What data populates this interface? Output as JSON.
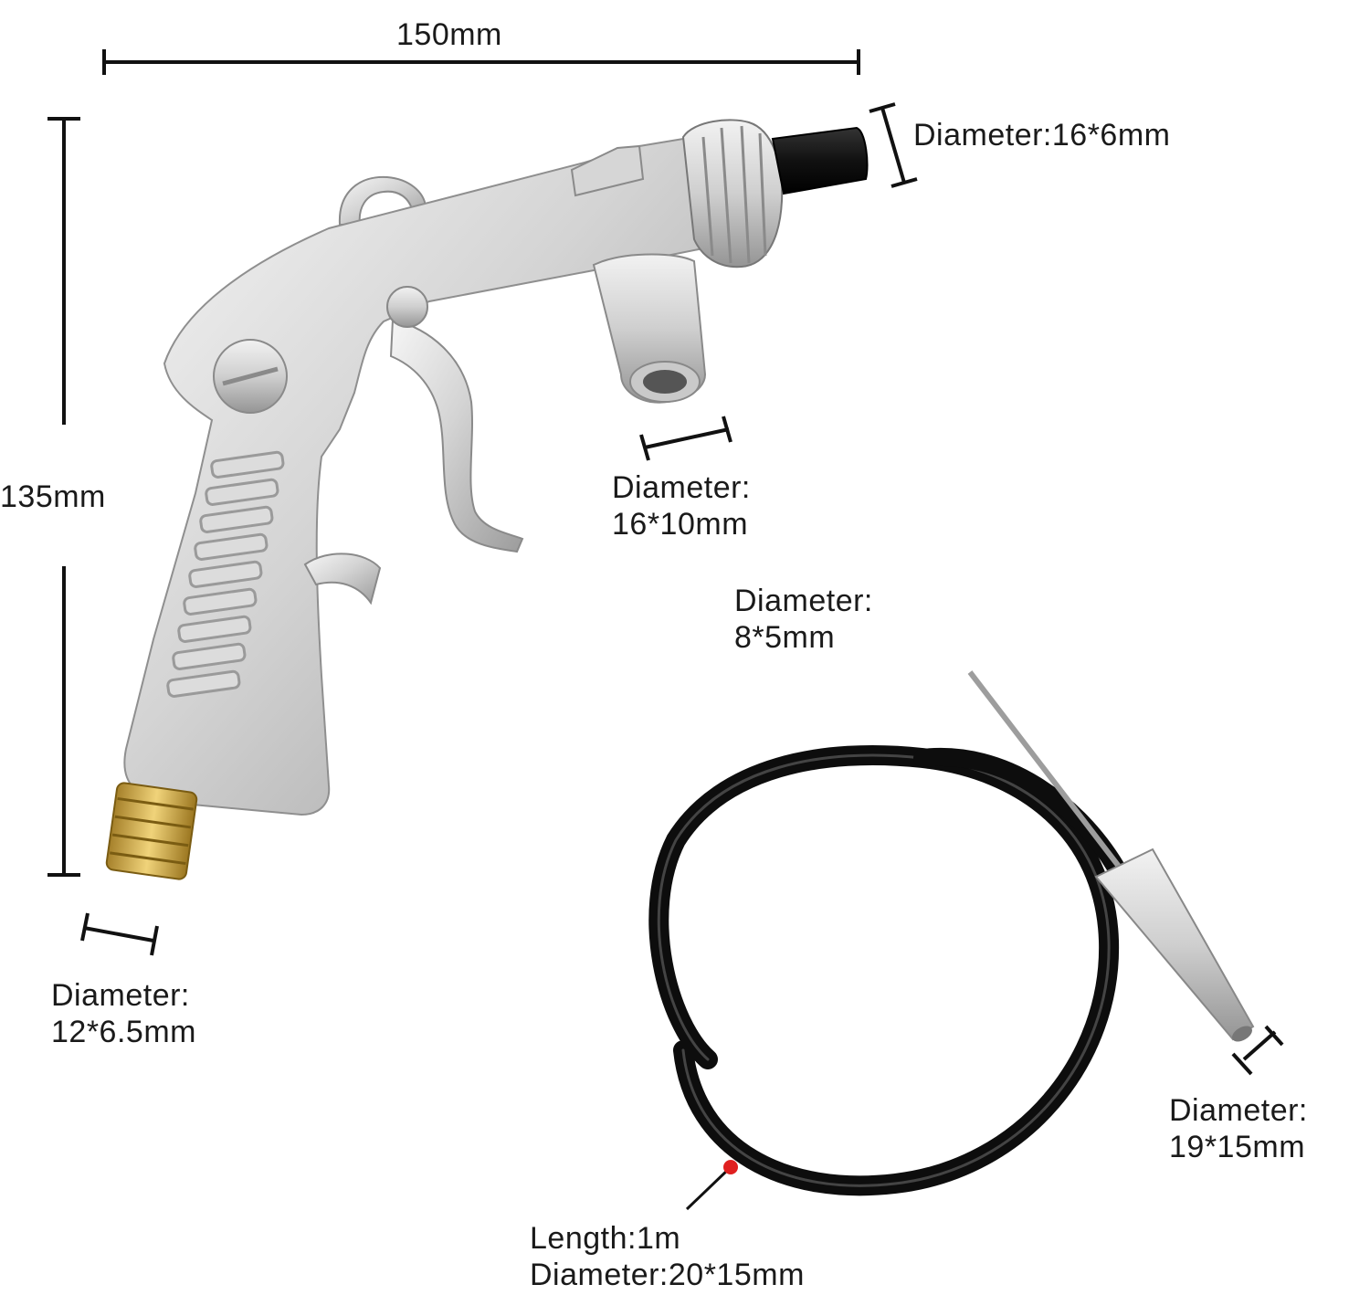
{
  "colors": {
    "aluminum_light": "#e9e9e9",
    "aluminum_mid": "#bdbdbd",
    "aluminum_dark": "#8a8a8a",
    "brass": "#c9a63a",
    "hose": "#111111",
    "marker": "#e02020",
    "dimension_line": "#111111"
  },
  "dimensions": {
    "width": "150mm",
    "height": "135mm",
    "nozzle_diameter": "Diameter:16*6mm",
    "inlet": {
      "line1": "Diameter:",
      "line2": "16*10mm"
    },
    "tube": {
      "line1": "Diameter:",
      "line2": "8*5mm"
    },
    "air_inlet": {
      "line1": "Diameter:",
      "line2": "12*6.5mm"
    },
    "hose_end": {
      "line1": "Diameter:",
      "line2": "19*15mm"
    },
    "hose": {
      "line1": "Length:1m",
      "line2": "Diameter:20*15mm"
    }
  },
  "icons": {
    "gun": "sandblast-gun-icon",
    "hose": "suction-hose-icon"
  }
}
